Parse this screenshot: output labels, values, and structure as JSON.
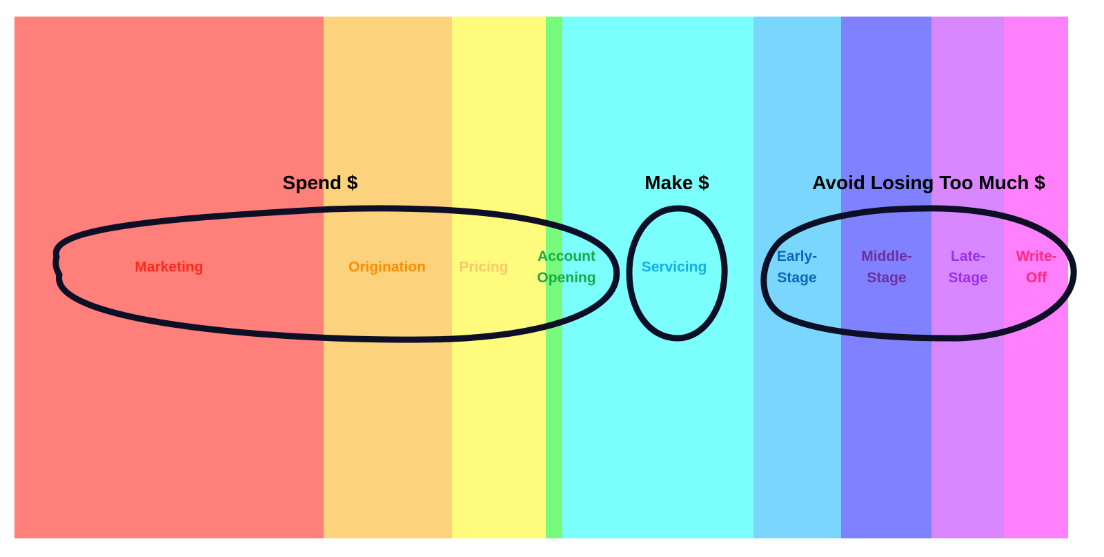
{
  "stages": [
    {
      "id": "marketing",
      "label": "Marketing",
      "band_color": "#ff7f7a",
      "text_color": "#ff2a1a"
    },
    {
      "id": "origination",
      "label": "Origination",
      "band_color": "#fcd37c",
      "text_color": "#ff8c00"
    },
    {
      "id": "pricing",
      "label": "Pricing",
      "band_color": "#fffb7c",
      "text_color": "#fbc56c"
    },
    {
      "id": "account-opening",
      "label": "Account\nOpening",
      "band_color": "#78fa7c",
      "text_color": "#17aa48"
    },
    {
      "id": "servicing",
      "label": "Servicing",
      "band_color": "#7afffd",
      "text_color": "#12aef0"
    },
    {
      "id": "early-stage",
      "label": "Early-\nStage",
      "band_color": "#7bd6fe",
      "text_color": "#0a67b8"
    },
    {
      "id": "middle-stage",
      "label": "Middle-\nStage",
      "band_color": "#7f81fe",
      "text_color": "#6e2fa0"
    },
    {
      "id": "late-stage",
      "label": "Late-\nStage",
      "band_color": "#d987fe",
      "text_color": "#9a30ee"
    },
    {
      "id": "write-off",
      "label": "Write-\nOff",
      "band_color": "#ff80fc",
      "text_color": "#ff2a80"
    }
  ],
  "groups": [
    {
      "id": "spend",
      "heading": "Spend $"
    },
    {
      "id": "make",
      "heading": "Make $"
    },
    {
      "id": "avoid",
      "heading": "Avoid Losing Too Much $"
    }
  ],
  "loop_color": "#0d0f26"
}
